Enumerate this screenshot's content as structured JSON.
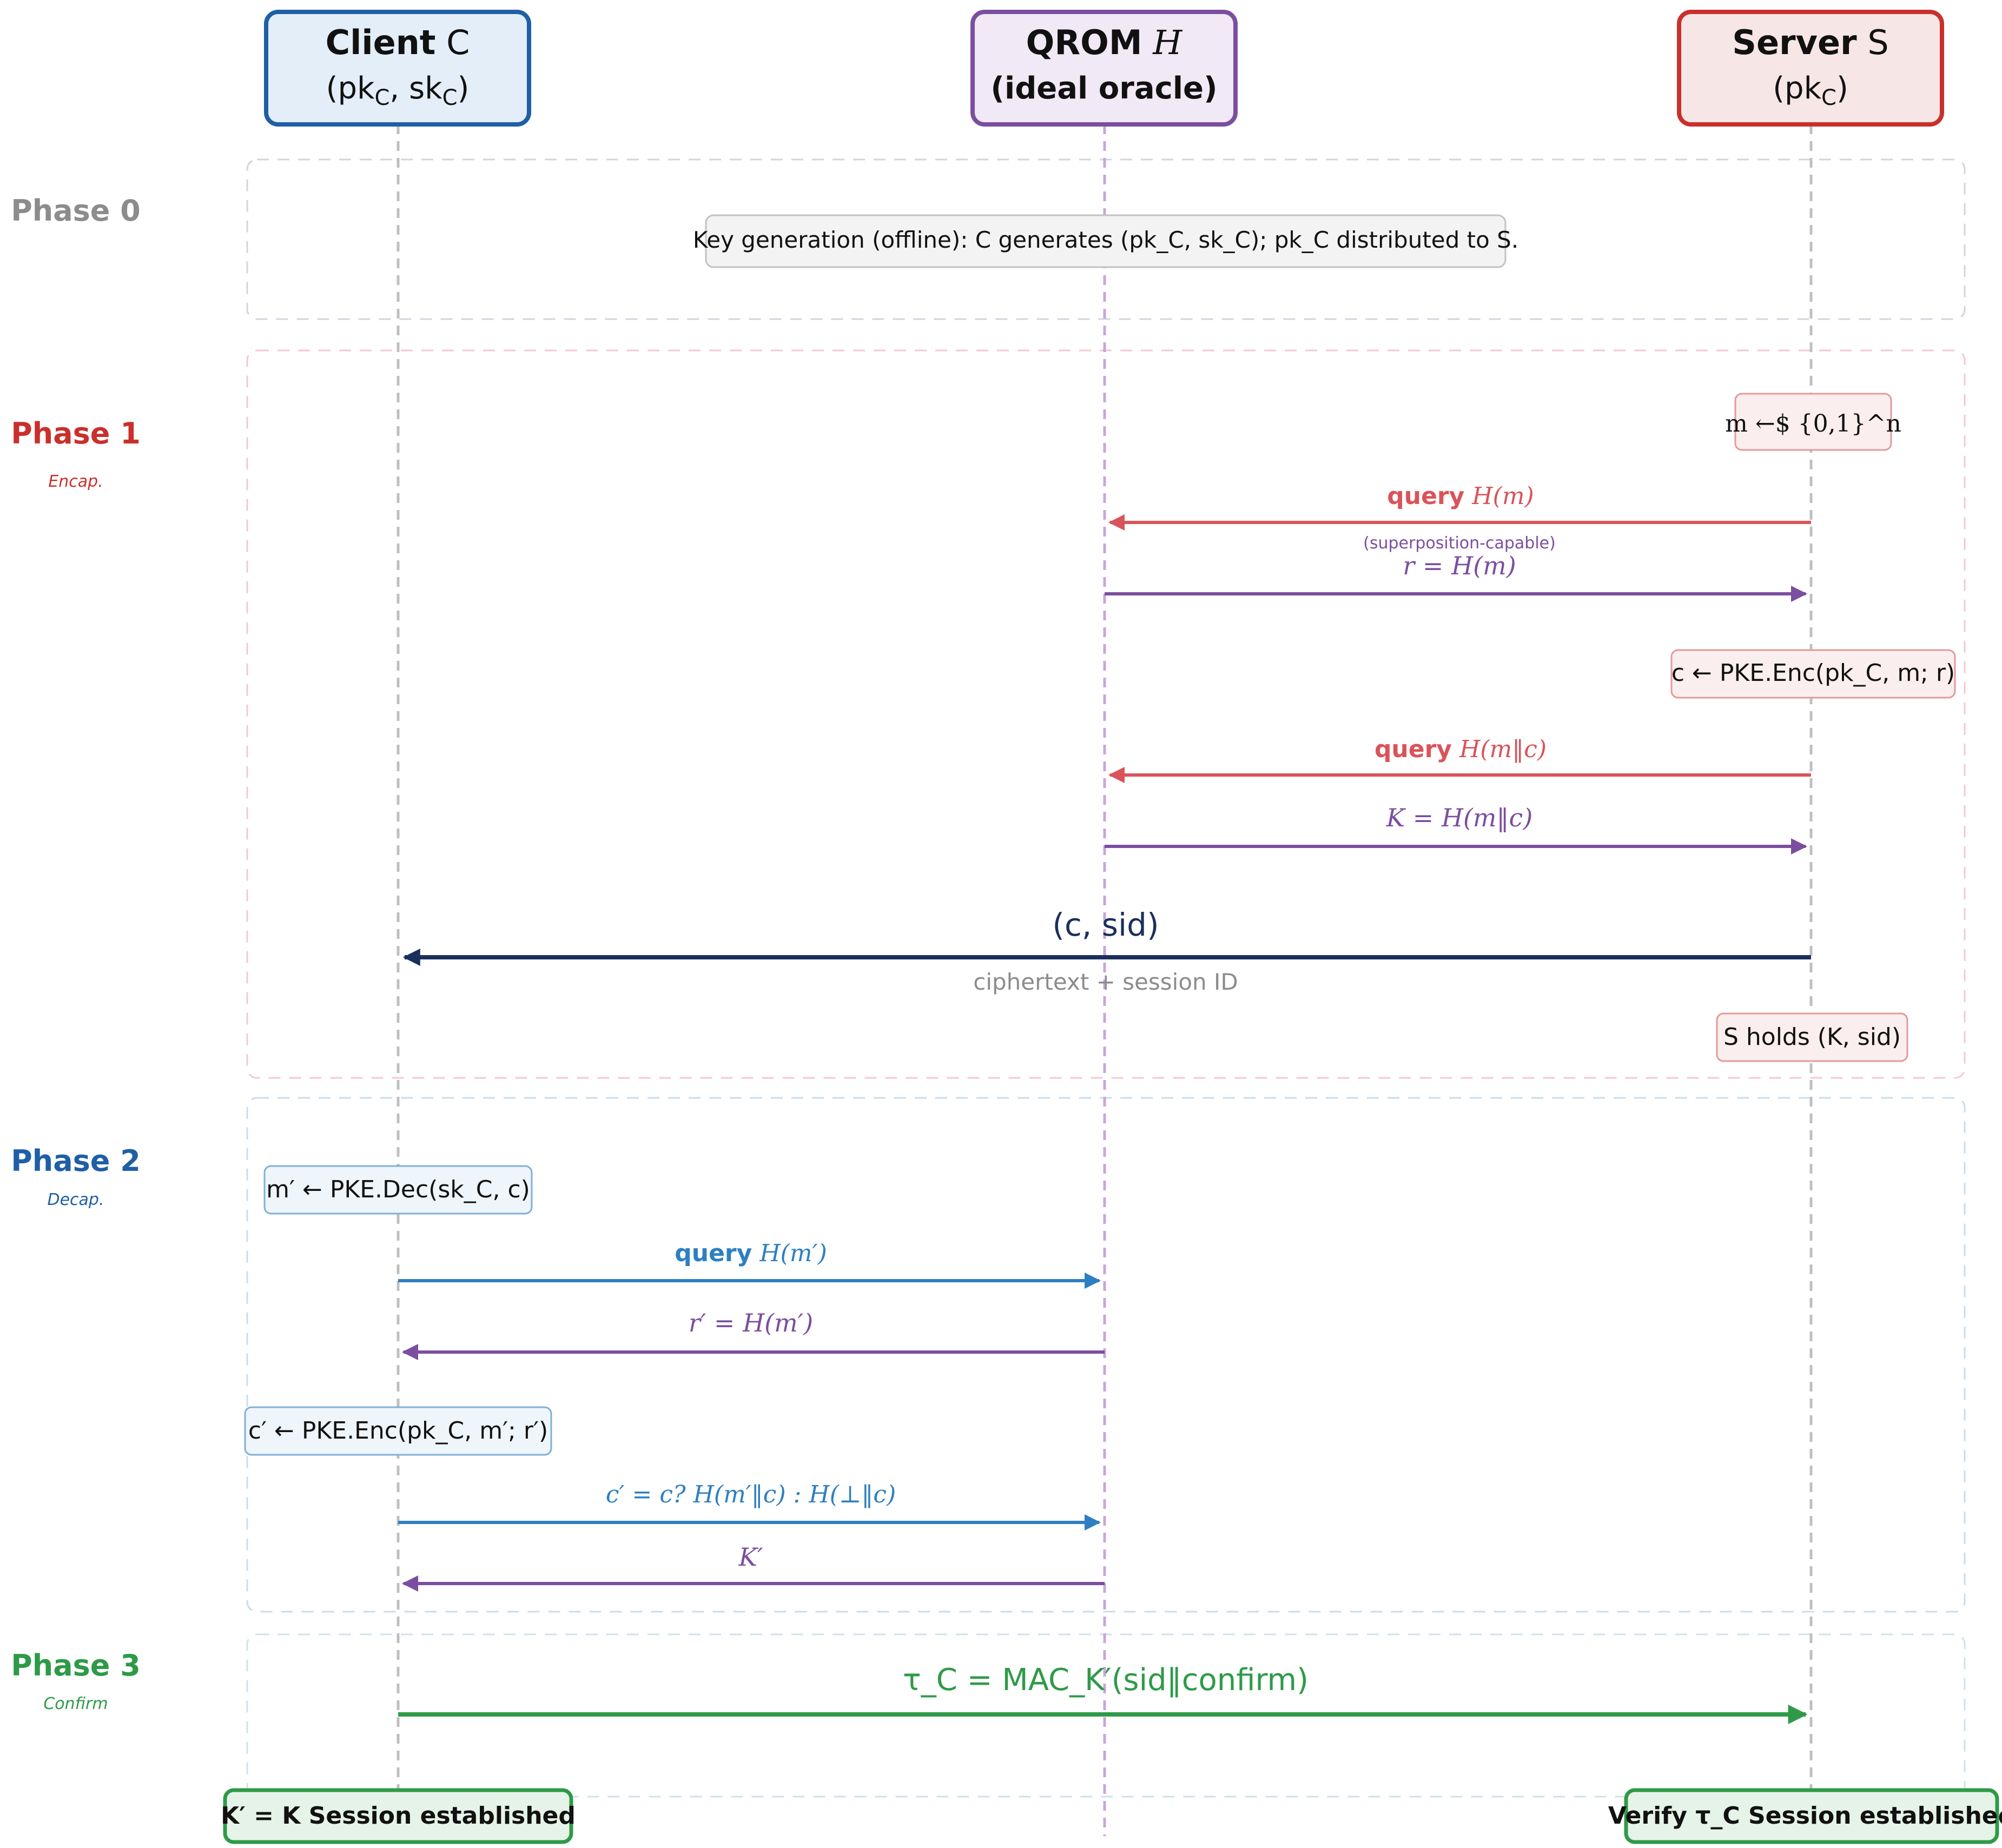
{
  "participants": [
    {
      "name": "Client",
      "symbol": "C",
      "sub": "(pk_C, sk_C)",
      "border": "#1f5fa6",
      "fill": "#e3eef8"
    },
    {
      "name": "QROM",
      "symbol": "H",
      "sub": "(ideal oracle)",
      "border": "#7b4ea0",
      "fill": "#f1e9f5"
    },
    {
      "name": "Server",
      "symbol": "S",
      "sub": "(pk_C)",
      "border": "#c9302c",
      "fill": "#f7e6e6"
    }
  ],
  "phases": [
    {
      "label": "Phase 0",
      "sub": "",
      "color": "#8c8c8c"
    },
    {
      "label": "Phase 1",
      "sub": "Encap.",
      "color": "#c9302c"
    },
    {
      "label": "Phase 2",
      "sub": "Decap.",
      "color": "#1f5fa6"
    },
    {
      "label": "Phase 3",
      "sub": "Confirm",
      "color": "#2e9a48"
    }
  ],
  "notes": {
    "keygen": "Key generation (offline): C generates (pk_C, sk_C); pk_C distributed to S.",
    "sample_m": "m ←$ {0,1}^n",
    "pke_enc_server": "c ← PKE.Enc(pk_C, m; r)",
    "s_holds": "S holds (K, sid)",
    "pke_dec_client": "m′ ← PKE.Dec(sk_C, c)",
    "pke_enc_client": "c′ ← PKE.Enc(pk_C, m′; r′)",
    "client_final": "K′ = K  Session established",
    "server_final": "Verify τ_C  Session established"
  },
  "messages": {
    "q1_bold": "query",
    "q1_expr": "H(m)",
    "q1_sub": "(superposition-capable)",
    "r1": "r = H(m)",
    "q2_bold": "query",
    "q2_expr": "H(m‖c)",
    "k1": "K = H(m‖c)",
    "ct": "(c, sid)",
    "ct_sub": "ciphertext + session ID",
    "q3_bold": "query",
    "q3_expr": "H(m′)",
    "r2": "r′ = H(m′)",
    "q4": "c′ = c? H(m′‖c) : H(⊥‖c)",
    "k2": "K′",
    "tau": "τ_C = MAC_K′(sid‖confirm)"
  },
  "colors": {
    "red_arrow": "#d9545a",
    "purple_arrow": "#7b4ea0",
    "blue_arrow": "#2e7fc1",
    "navy_arrow": "#1b2f5e",
    "green_arrow": "#2e9a48"
  }
}
